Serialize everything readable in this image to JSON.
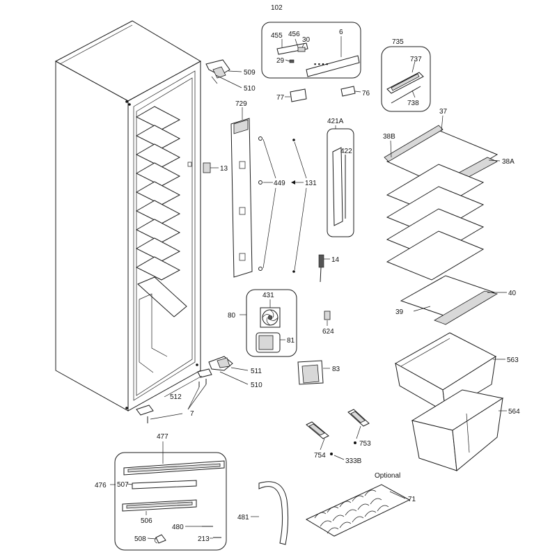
{
  "labels": {
    "p102": "102",
    "p455": "455",
    "p456": "456",
    "p30": "30",
    "p6": "6",
    "p29": "29",
    "p77": "77",
    "p76": "76",
    "p735": "735",
    "p737": "737",
    "p738": "738",
    "p509": "509",
    "p510a": "510",
    "p13": "13",
    "p729": "729",
    "p449": "449",
    "p131": "131",
    "p421A": "421A",
    "p422": "422",
    "p14": "14",
    "p37": "37",
    "p38B": "38B",
    "p38A": "38A",
    "p40": "40",
    "p39": "39",
    "p80": "80",
    "p431": "431",
    "p81": "81",
    "p624": "624",
    "p511": "511",
    "p510b": "510",
    "p512": "512",
    "p7": "7",
    "p83": "83",
    "p563": "563",
    "p564": "564",
    "p753": "753",
    "p754": "754",
    "p333B": "333B",
    "p477": "477",
    "p476": "476",
    "p507": "507",
    "p506": "506",
    "p480": "480",
    "p508": "508",
    "p213": "213",
    "p481": "481",
    "optional": "Optional",
    "p71": "71"
  }
}
